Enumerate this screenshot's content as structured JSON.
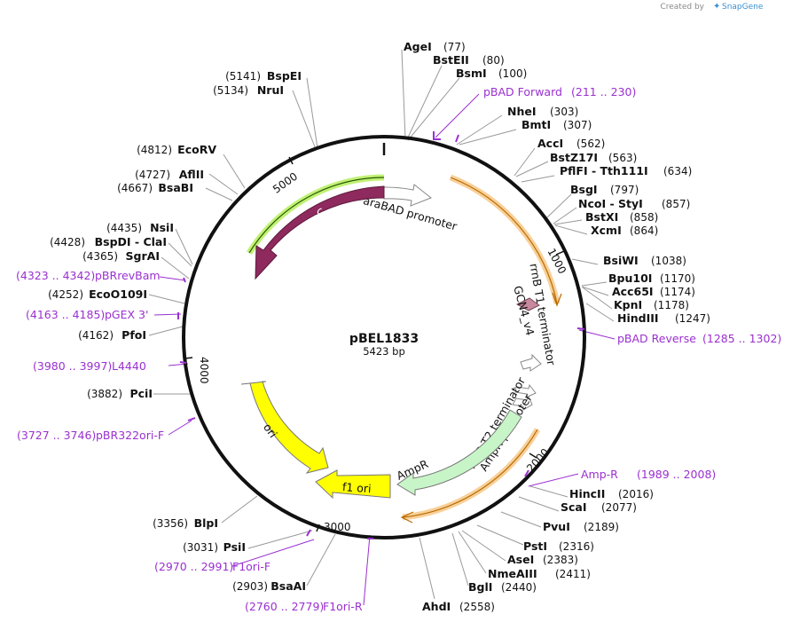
{
  "credit": {
    "prefix": "Created by",
    "brand": "SnapGene"
  },
  "plasmid": {
    "name": "pBEL1833",
    "length_label": "5423 bp"
  },
  "ticks": [
    "1000",
    "2000",
    "3000",
    "4000",
    "5000"
  ],
  "features": {
    "araBAD_promoter": "araBAD promoter",
    "araC": "araC",
    "GCN4_v4": "GCN4_v4",
    "rrnB_T1": "rrnB T1 terminator",
    "rrnB_T2": "rrnB T2 terminator",
    "AmpR_promoter": "AmpR promoter",
    "AmpR": "AmpR",
    "f1_ori": "f1 ori",
    "ori": "ori"
  },
  "sites": [
    {
      "name": "AgeI",
      "pos": "(77)"
    },
    {
      "name": "BstEII",
      "pos": "(80)"
    },
    {
      "name": "BsmI",
      "pos": "(100)"
    },
    {
      "name": "NheI",
      "pos": "(303)"
    },
    {
      "name": "BmtI",
      "pos": "(307)"
    },
    {
      "name": "AccI",
      "pos": "(562)"
    },
    {
      "name": "BstZ17I",
      "pos": "(563)"
    },
    {
      "name": "PflFI - Tth111I",
      "pos": "(634)"
    },
    {
      "name": "BsgI",
      "pos": "(797)"
    },
    {
      "name": "NcoI - StyI",
      "pos": "(857)"
    },
    {
      "name": "BstXI",
      "pos": "(858)"
    },
    {
      "name": "XcmI",
      "pos": "(864)"
    },
    {
      "name": "BsiWI",
      "pos": "(1038)"
    },
    {
      "name": "Bpu10I",
      "pos": "(1170)"
    },
    {
      "name": "Acc65I",
      "pos": "(1174)"
    },
    {
      "name": "KpnI",
      "pos": "(1178)"
    },
    {
      "name": "HindIII",
      "pos": "(1247)"
    },
    {
      "name": "HincII",
      "pos": "(2016)"
    },
    {
      "name": "ScaI",
      "pos": "(2077)"
    },
    {
      "name": "PvuI",
      "pos": "(2189)"
    },
    {
      "name": "PstI",
      "pos": "(2316)"
    },
    {
      "name": "AseI",
      "pos": "(2383)"
    },
    {
      "name": "NmeAIII",
      "pos": "(2411)"
    },
    {
      "name": "BglI",
      "pos": "(2440)"
    },
    {
      "name": "AhdI",
      "pos": "(2558)"
    },
    {
      "name": "BsaAI",
      "pos": "(2903)"
    },
    {
      "name": "PsiI",
      "pos": "(3031)"
    },
    {
      "name": "BlpI",
      "pos": "(3356)"
    },
    {
      "name": "PciI",
      "pos": "(3882)"
    },
    {
      "name": "PfoI",
      "pos": "(4162)"
    },
    {
      "name": "EcoO109I",
      "pos": "(4252)"
    },
    {
      "name": "SgrAI",
      "pos": "(4365)"
    },
    {
      "name": "BspDI - ClaI",
      "pos": "(4428)"
    },
    {
      "name": "NsiI",
      "pos": "(4435)"
    },
    {
      "name": "BsaBI",
      "pos": "(4667)"
    },
    {
      "name": "AflII",
      "pos": "(4727)"
    },
    {
      "name": "EcoRV",
      "pos": "(4812)"
    },
    {
      "name": "NruI",
      "pos": "(5134)"
    },
    {
      "name": "BspEI",
      "pos": "(5141)"
    }
  ],
  "primers": [
    {
      "name": "pBAD Forward",
      "range": "(211 .. 230)"
    },
    {
      "name": "pBAD Reverse",
      "range": "(1285 .. 1302)"
    },
    {
      "name": "Amp-R",
      "range": "(1989 .. 2008)"
    },
    {
      "name": "F1ori-R",
      "range": "(2760 .. 2779)"
    },
    {
      "name": "F1ori-F",
      "range": "(2970 .. 2991)"
    },
    {
      "name": "pBR322ori-F",
      "range": "(3727 .. 3746)"
    },
    {
      "name": "L4440",
      "range": "(3980 .. 3997)"
    },
    {
      "name": "pGEX 3'",
      "range": "(4163 .. 4185)"
    },
    {
      "name": "pBRrevBam",
      "range": "(4323 .. 4342)"
    }
  ],
  "colors": {
    "backbone": "#111111",
    "primer": "#9a30d0",
    "araC_fill": "#8e2a5e",
    "araC_band": "#7fd400",
    "orf_band": "#f0a030",
    "ori_fill": "#ffff00",
    "ampr_fill": "#c8f5c8",
    "gcn4_fill": "#c8889e",
    "feature_outline": "#888888",
    "leader": "#999999"
  }
}
